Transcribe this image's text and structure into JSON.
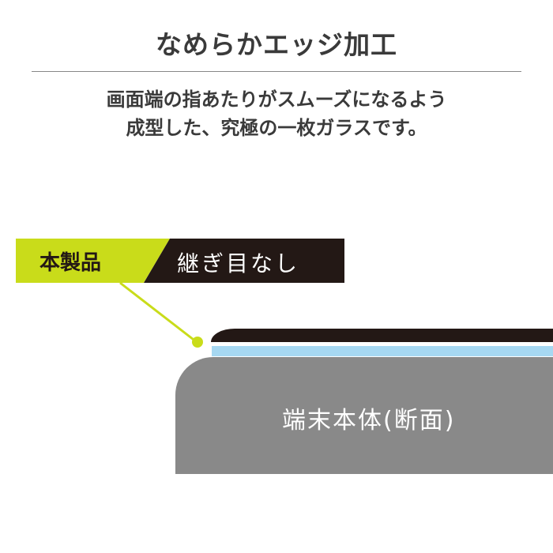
{
  "title": "なめらかエッジ加工",
  "subtitle_lines": [
    "画面端の指あたりがスムーズになるよう",
    "成型した、究極の一枚ガラスです。"
  ],
  "labels": {
    "product": "本製品",
    "seamless": "継ぎ目なし",
    "device": "端末本体(断面)"
  },
  "colors": {
    "accent": "#c9dc1a",
    "dark": "#231815",
    "film": "#a6d8f2",
    "device": "#898989"
  }
}
